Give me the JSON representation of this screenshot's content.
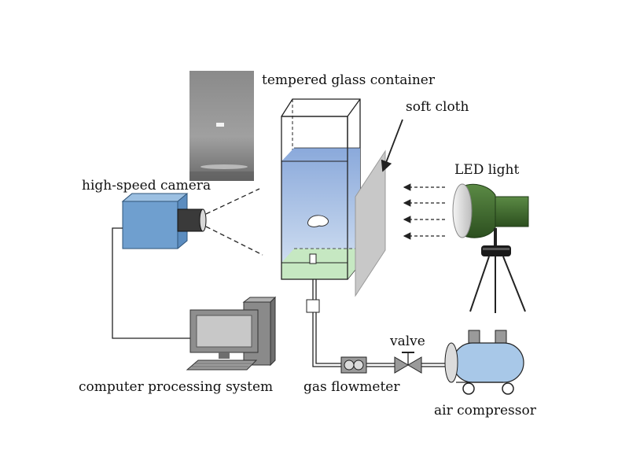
{
  "labels": {
    "container": "tempered glass container",
    "cloth": "soft cloth",
    "camera": "high-speed camera",
    "led": "LED light",
    "computer": "computer processing system",
    "flowmeter": "gas flowmeter",
    "valve": "valve",
    "compressor": "air compressor"
  },
  "colors": {
    "water": "#aac4e6",
    "water_top": "#8aa9db",
    "sediment": "#c6e8c2",
    "camera_body": "#6f9fcf",
    "led_body": "#3f6b2e",
    "compressor_tank": "#a8c8e8",
    "monitor": "#9a9a9a",
    "cloth": "#c8c8c8",
    "line": "#222222"
  },
  "icons": [
    "high-speed-camera-icon",
    "led-light-icon",
    "computer-icon",
    "air-compressor-icon",
    "gas-flowmeter-icon",
    "valve-icon",
    "photo-inset"
  ]
}
